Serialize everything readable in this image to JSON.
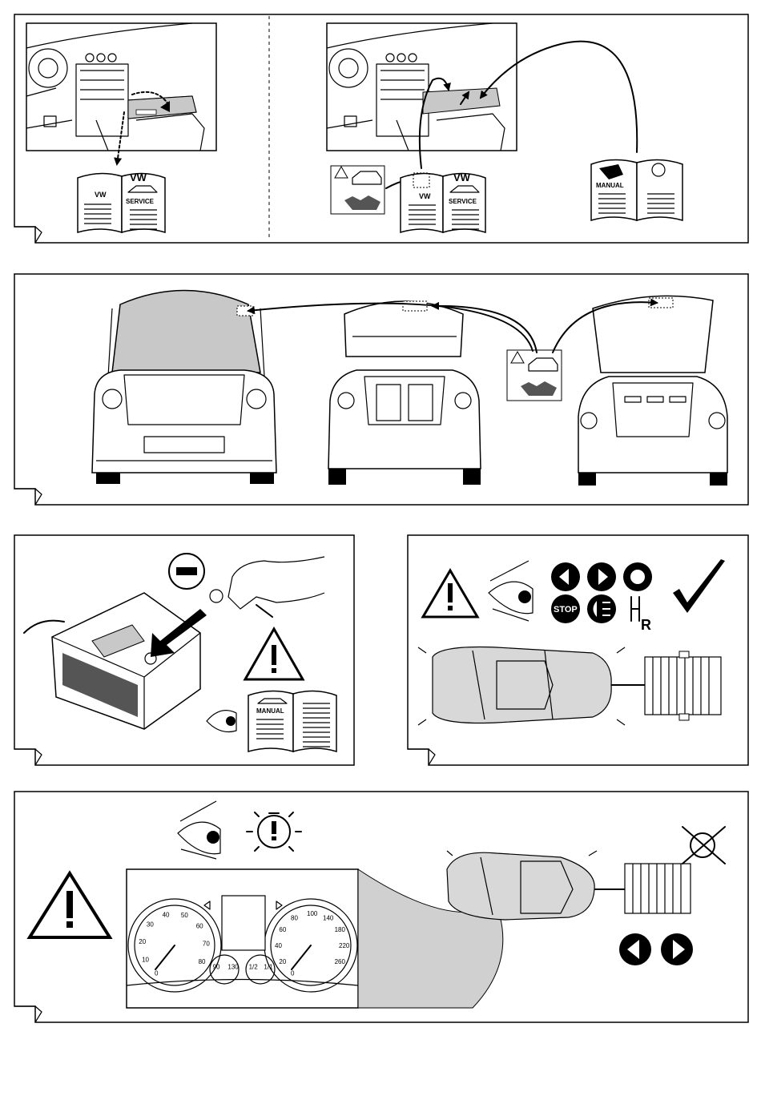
{
  "labels": {
    "vw": "VW",
    "service": "SERVICE",
    "manual": "MANUAL",
    "stop": "STOP",
    "reverse_gear": "R"
  },
  "speedometer_ticks": [
    "0",
    "10",
    "20",
    "30",
    "40",
    "50",
    "60",
    "70",
    "80"
  ],
  "second_dial_ticks": [
    "0",
    "20",
    "40",
    "60",
    "80",
    "100",
    "140",
    "180",
    "220",
    "260"
  ],
  "small_gauge_left_ticks": [
    "90",
    "130"
  ],
  "small_gauge_right_ticks": [
    "1/2",
    "1/1"
  ],
  "icons": [
    "warning-triangle-icon",
    "eye-icon",
    "arrow-left-icon",
    "arrow-right-icon",
    "bulb-icon",
    "fog-light-icon",
    "gearshift-reverse-icon",
    "check-icon",
    "minus-icon",
    "bulb-crossed-icon",
    "car-icon",
    "trailer-icon",
    "battery-icon",
    "hand-icon",
    "book-icon"
  ]
}
